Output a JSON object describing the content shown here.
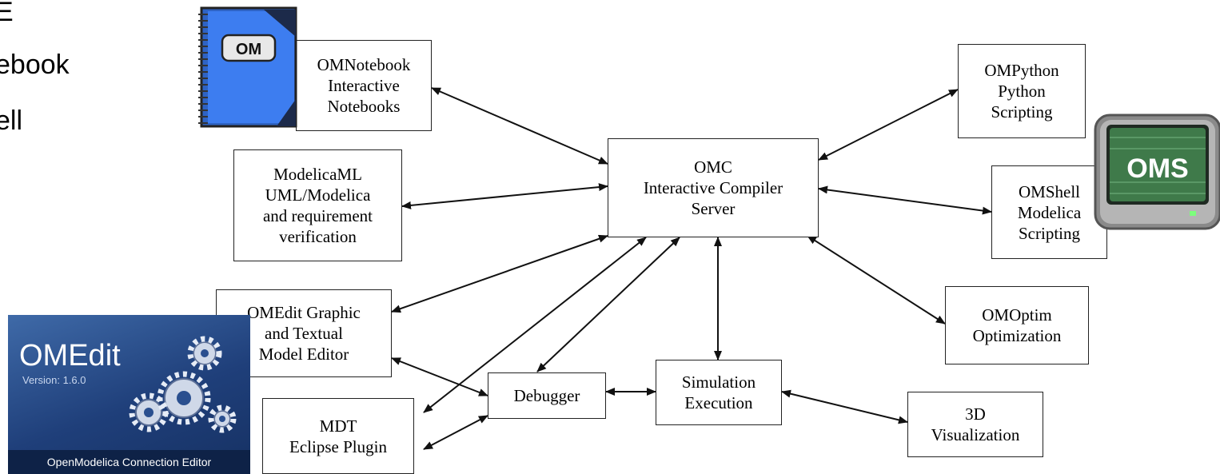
{
  "clipped_text": {
    "line1": "E",
    "line2": "ebook",
    "line3": "ell"
  },
  "nodes": {
    "omnotebook": "OMNotebook\nInteractive\nNotebooks",
    "modelicaml": "ModelicaML\nUML/Modelica\nand requirement\nverification",
    "omedit": "OMEdit Graphic\nand Textual\nModel Editor",
    "mdt": "MDT\nEclipse Plugin",
    "omc": "OMC\nInteractive Compiler\nServer",
    "debugger": "Debugger",
    "simulation": "Simulation\nExecution",
    "visualization": "3D\nVisualization",
    "ompython": "OMPython\nPython\nScripting",
    "omshell": "OMShell\nModelica\nScripting",
    "omoptim": "OMOptim\nOptimization"
  },
  "icons": {
    "notebook_label": "OM",
    "oms_label": "OMS",
    "omedit_title": "OMEdit",
    "omedit_version": "Version: 1.6.0",
    "omedit_footer": "OpenModelica Connection Editor"
  },
  "colors": {
    "notebook_blue": "#3d7df0",
    "omedit_blue": "#2a4f8f",
    "oms_green": "#3f7a4a"
  }
}
